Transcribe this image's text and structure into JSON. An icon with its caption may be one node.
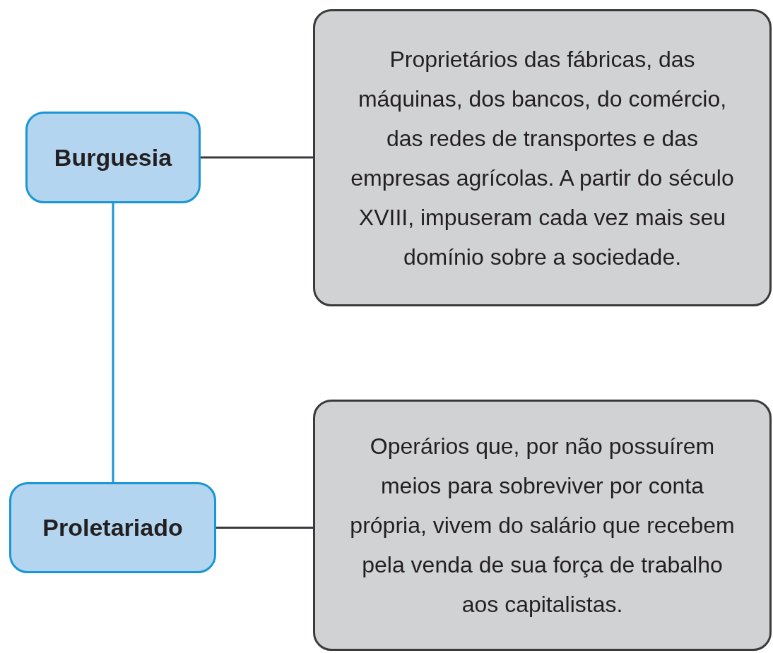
{
  "diagram": {
    "nodes": [
      {
        "text": [
          "Burguesia"
        ]
      },
      {
        "text": [
          "Proprietários das fábricas, das máquinas, dos bancos, do comércio, das redes de transportes e das empresas agrícolas. A partir do século XVIII, impuseram cada vez mais seu domínio sobre a sociedade."
        ]
      },
      {
        "text": [
          "Proletariado"
        ]
      },
      {
        "text": [
          "Operários que, por não possuírem meios para sobreviver por conta própria, vivem do salário que recebem pela venda de sua força de trabalho aos capitalistas."
        ]
      }
    ],
    "edges": [
      {
        "from": 0,
        "to": 1,
        "arrow": "none"
      },
      {
        "from": 0,
        "to": 2,
        "arrow": "none",
        "color": "#1a96d4"
      },
      {
        "from": 2,
        "to": 3,
        "arrow": "none"
      }
    ]
  }
}
